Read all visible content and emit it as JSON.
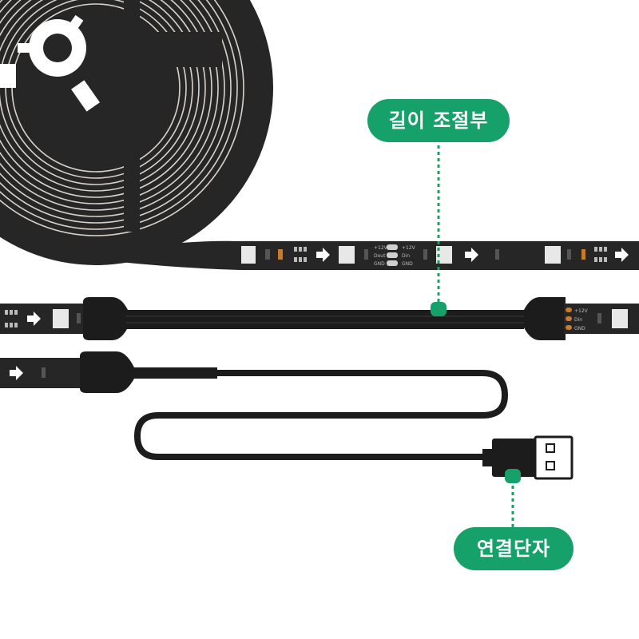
{
  "callouts": {
    "length_adjust": "길이 조절부",
    "connector": "연결단자"
  },
  "strip_pad_labels": {
    "power": "+12V",
    "data_out": "Dout",
    "data_in": "Din",
    "ground": "GND"
  },
  "icons": {
    "direction": "right-arrow-icon",
    "plug": "usb-plug-icon"
  },
  "colors": {
    "accent": "#16a06a",
    "strip": "#262626",
    "cable": "#1c1c1c",
    "led": "#e8e8e8",
    "copper_pad": "#c87a2e",
    "background": "#ffffff"
  }
}
